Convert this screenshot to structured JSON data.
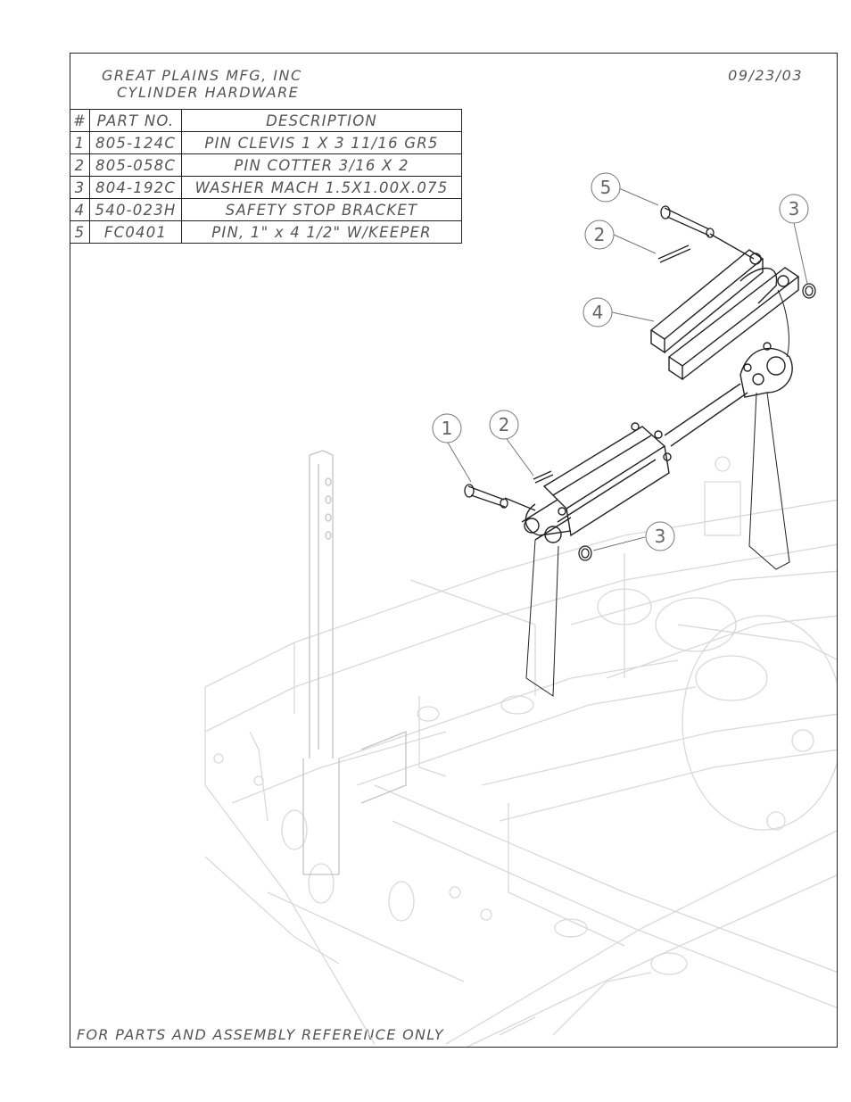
{
  "header": {
    "company": "GREAT PLAINS MFG, INC",
    "subtitle": "CYLINDER HARDWARE",
    "date": "09/23/03"
  },
  "parts_table": {
    "headers": [
      "#",
      "PART NO.",
      "DESCRIPTION"
    ],
    "rows": [
      {
        "num": "1",
        "part": "805-124C",
        "desc": "PIN CLEVIS 1 X 3 11/16 GR5"
      },
      {
        "num": "2",
        "part": "805-058C",
        "desc": "PIN COTTER 3/16 X 2"
      },
      {
        "num": "3",
        "part": "804-192C",
        "desc": "WASHER MACH 1.5X1.00X.075"
      },
      {
        "num": "4",
        "part": "540-023H",
        "desc": "SAFETY STOP BRACKET"
      },
      {
        "num": "5",
        "part": "FC0401",
        "desc": "PIN, 1\" x 4 1/2\" W/KEEPER"
      }
    ]
  },
  "callouts": [
    "5",
    "3",
    "2",
    "4",
    "1",
    "2",
    "3"
  ],
  "footer": "FOR PARTS AND ASSEMBLY REFERENCE ONLY"
}
